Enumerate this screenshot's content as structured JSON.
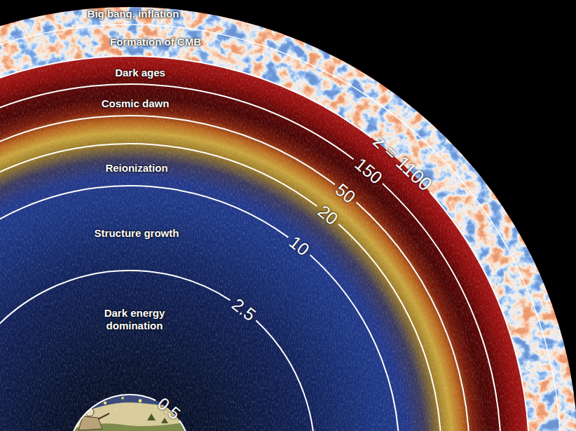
{
  "diagram": {
    "labels": [
      "Big bang, inflation",
      "Formation of CMB",
      "Dark ages",
      "Cosmic dawn",
      "Reionization",
      "Structure growth",
      "Dark energy domination",
      "z = 1100",
      "150",
      "50",
      "20",
      "10",
      "2.5",
      "0.5"
    ]
  }
}
